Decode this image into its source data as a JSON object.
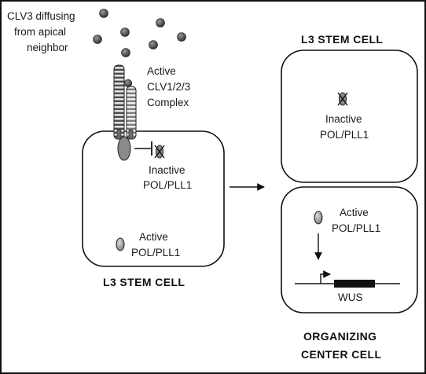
{
  "labels": {
    "clv3_line1": "CLV3 diffusing",
    "clv3_line2": "from apical",
    "clv3_line3": "neighbor",
    "complex_line1": "Active",
    "complex_line2": "CLV1/2/3",
    "complex_line3": "Complex",
    "left_inactive_line1": "Inactive",
    "left_inactive_line2": "POL/PLL1",
    "left_active_line1": "Active",
    "left_active_line2": "POL/PLL1",
    "left_cell_title": "L3 STEM CELL",
    "right_top_title": "L3 STEM CELL",
    "right_top_inactive_line1": "Inactive",
    "right_top_inactive_line2": "POL/PLL1",
    "right_bottom_active_line1": "Active",
    "right_bottom_active_line2": "POL/PLL1",
    "gene_label": "WUS",
    "organizing_line1": "ORGANIZING",
    "organizing_line2": "CENTER CELL"
  },
  "colors": {
    "molecule_fill": "#555555",
    "protein_fill": "#9a9a9a",
    "inactive_fill": "#7a7a7a",
    "outline": "#111111",
    "receptor_light": "#d0d0d0",
    "receptor_dark": "#5a5a5a"
  },
  "icons": {
    "clv3_molecule": "sphere-icon",
    "inactive_marker": "cross-out-icon",
    "inhibition": "t-bar-icon",
    "transcription_start": "bent-arrow-icon"
  }
}
